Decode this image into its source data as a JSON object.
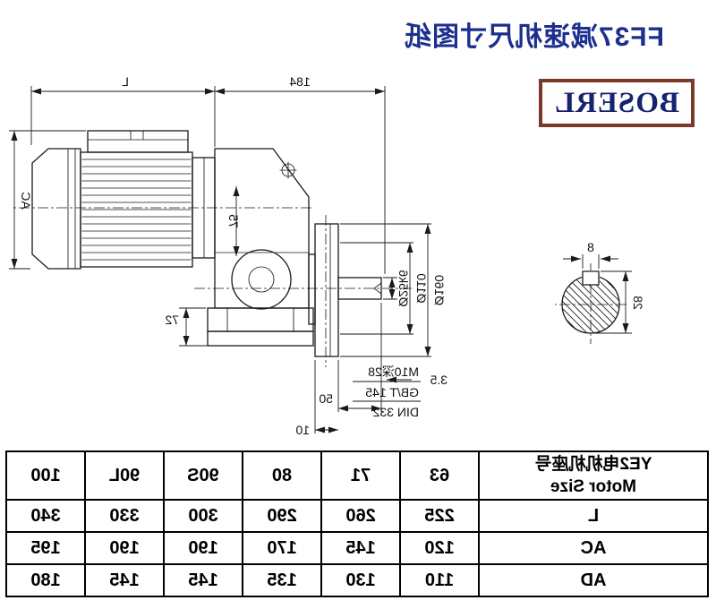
{
  "title": "FF37减速机尺寸图纸",
  "logo": {
    "text": "BOSERL"
  },
  "colors": {
    "title": "#1c2f8f",
    "logo_text": "#15246e",
    "logo_border": "#7a3a28",
    "line": "#1a1a1a"
  },
  "drawing": {
    "dim_L": "L",
    "dim_184": "184",
    "dim_AC": "AC",
    "dim_75": "75",
    "dim_72": "72",
    "dia_160": "Ø160",
    "dia_110": "Ø110",
    "dia_25": "Ø25k6",
    "note_m10": "M10深28",
    "note_gbt": "GB/T 145",
    "note_din": "DIN 332",
    "dim_3_5": "3.5",
    "dim_50": "50",
    "dim_10": "10",
    "key_w": "8",
    "key_h": "28"
  },
  "table": {
    "header": {
      "line1": "YE2电机机座号",
      "line2": "Motor Size"
    },
    "columns": [
      "63",
      "71",
      "80",
      "90S",
      "90L",
      "100"
    ],
    "rows": [
      {
        "label": "L",
        "values": [
          "225",
          "260",
          "290",
          "300",
          "330",
          "340"
        ]
      },
      {
        "label": "AC",
        "values": [
          "120",
          "145",
          "170",
          "190",
          "190",
          "195"
        ]
      },
      {
        "label": "AD",
        "values": [
          "110",
          "130",
          "135",
          "145",
          "145",
          "180"
        ]
      }
    ]
  }
}
